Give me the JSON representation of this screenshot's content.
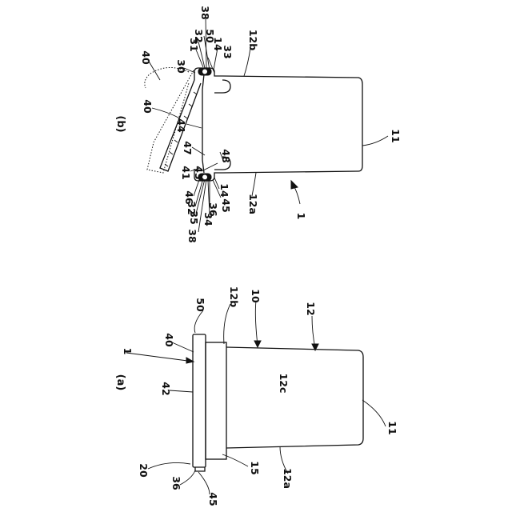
{
  "figure_a": {
    "caption": "(a)",
    "labels": {
      "l1": "1",
      "l20": "20",
      "l36": "36",
      "l45": "45",
      "l42": "42",
      "l40": "40",
      "l50": "50",
      "l15": "15",
      "l12b": "12b",
      "l10": "10",
      "l12c": "12c",
      "l12": "12",
      "l12a": "12a",
      "l11": "11"
    }
  },
  "figure_b": {
    "caption": "(b)",
    "labels": {
      "l40a": "40",
      "l40b": "40",
      "l30": "30",
      "l31": "31",
      "l32a": "32",
      "l38a": "38",
      "l50": "50",
      "l14a": "14",
      "l33": "33",
      "l12b": "12b",
      "l44": "44",
      "l47": "47",
      "l41": "41",
      "l43": "43",
      "l48": "48",
      "l46": "46",
      "l32b": "32",
      "l35": "35",
      "l38b": "38",
      "l34": "34",
      "l36": "36",
      "l45": "45",
      "l14b": "14",
      "l12a": "12a",
      "l11": "11",
      "l1": "1"
    }
  }
}
